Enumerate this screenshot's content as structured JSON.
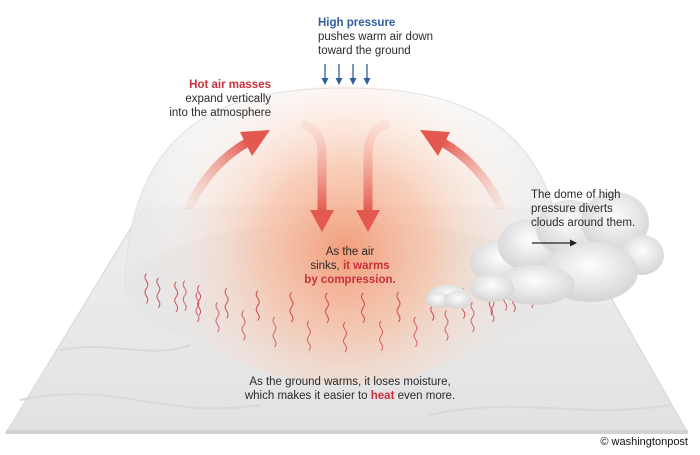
{
  "labels": {
    "high_pressure": {
      "title": "High pressure",
      "line1": "pushes warm air down",
      "line2": "toward the ground"
    },
    "hot_air": {
      "title": "Hot air masses",
      "line1": "expand vertically",
      "line2": "into the atmosphere"
    },
    "air_sinks": {
      "line1": "As the air",
      "line2_pre": "sinks, ",
      "line2_hl": "it warms",
      "line3_hl": "by compression."
    },
    "clouds": {
      "line1": "The dome of high",
      "line2": "pressure diverts",
      "line3": "clouds around them."
    },
    "ground": {
      "line1": "As the ground warms, it loses moisture,",
      "line2_pre": "which makes it easier to ",
      "line2_hl": "heat",
      "line2_post": " even more."
    }
  },
  "credit": "© washingtonpost",
  "colors": {
    "pressure_blue": "#2f5f9e",
    "heat_red": "#c8313c",
    "arrow_red": "#e4594f",
    "text": "#2a2a2a"
  }
}
